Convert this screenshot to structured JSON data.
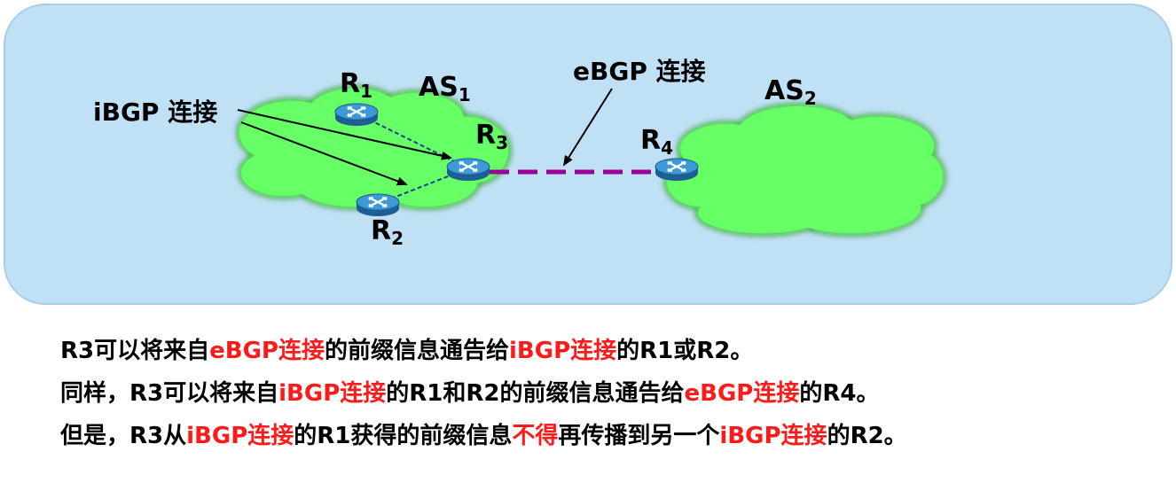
{
  "diagram": {
    "labels": {
      "ibgp": "iBGP 连接",
      "ebgp": "eBGP 连接",
      "r1": "R",
      "r1_sub": "1",
      "r2": "R",
      "r2_sub": "2",
      "r3": "R",
      "r3_sub": "3",
      "r4": "R",
      "r4_sub": "4",
      "as1": "AS",
      "as1_sub": "1",
      "as2": "AS",
      "as2_sub": "2"
    },
    "colors": {
      "panel": "#bfe0f5",
      "cloud": "#66ff66",
      "ebgp_link": "#990099",
      "ibgp_link": "#1f3f8f",
      "router_top": "#2a7fb8",
      "highlight": "#ff1a1a"
    },
    "icons": {
      "router": "router-icon",
      "cloud": "cloud-shape"
    }
  },
  "text_lines": [
    [
      {
        "t": "R3可以将来自",
        "red": false
      },
      {
        "t": "eBGP连接",
        "red": true
      },
      {
        "t": "的前缀信息通告给",
        "red": false
      },
      {
        "t": "iBGP连接",
        "red": true
      },
      {
        "t": "的R1或R2。",
        "red": false
      }
    ],
    [
      {
        "t": "同样，R3可以将来自",
        "red": false
      },
      {
        "t": "iBGP连接",
        "red": true
      },
      {
        "t": "的R1和R2的前缀信息通告给",
        "red": false
      },
      {
        "t": "eBGP连接",
        "red": true
      },
      {
        "t": "的R4。",
        "red": false
      }
    ],
    [
      {
        "t": "但是，R3从",
        "red": false
      },
      {
        "t": "iBGP连接",
        "red": true
      },
      {
        "t": "的R1获得的前缀信息",
        "red": false
      },
      {
        "t": "不得",
        "red": true
      },
      {
        "t": "再传播到另一个",
        "red": false
      },
      {
        "t": "iBGP连接",
        "red": true
      },
      {
        "t": "的R2。",
        "red": false
      }
    ]
  ]
}
